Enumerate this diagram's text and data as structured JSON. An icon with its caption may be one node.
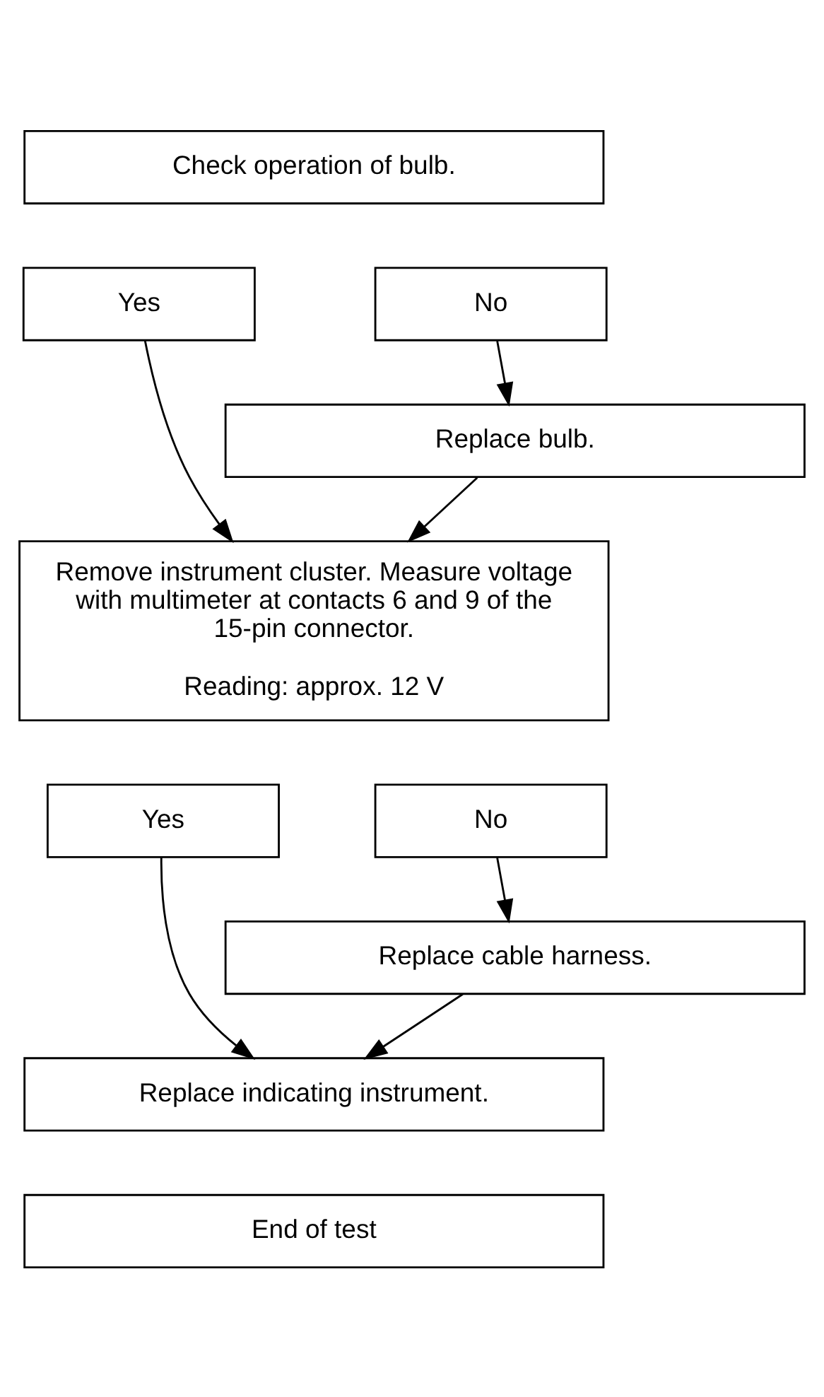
{
  "diagram": {
    "nodes": [
      {
        "text": [
          "Check operation of bulb."
        ]
      },
      {
        "text": [
          "Yes"
        ]
      },
      {
        "text": [
          "No"
        ]
      },
      {
        "text": [
          "Replace bulb."
        ]
      },
      {
        "text": [
          "Remove instrument cluster. Measure voltage with multimeter at contacts 6 and 9 of the 15-pin connector.",
          "Reading: approx. 12 V"
        ]
      },
      {
        "text": [
          "Yes"
        ]
      },
      {
        "text": [
          "No"
        ]
      },
      {
        "text": [
          "Replace cable harness."
        ]
      },
      {
        "text": [
          "Replace indicating instrument."
        ]
      },
      {
        "text": [
          "End of test"
        ]
      }
    ],
    "edges": [
      {
        "from": 2,
        "to": 3,
        "arrow": "to"
      },
      {
        "from": 1,
        "to": 4,
        "arrow": "to"
      },
      {
        "from": 3,
        "to": 4,
        "arrow": "to"
      },
      {
        "from": 6,
        "to": 7,
        "arrow": "to"
      },
      {
        "from": 5,
        "to": 8,
        "arrow": "to"
      },
      {
        "from": 7,
        "to": 8,
        "arrow": "to"
      }
    ]
  }
}
